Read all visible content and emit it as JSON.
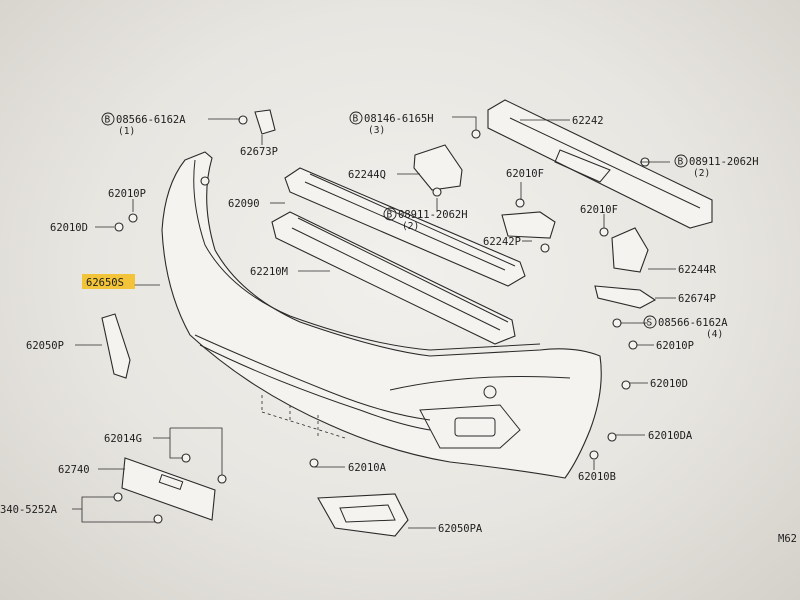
{
  "callouts": {
    "c1_bolt": "B",
    "c1_part": "08566-6162A",
    "c1_qty": "(1)",
    "c2": "62673P",
    "c3_bolt": "B",
    "c3_part": "08146-6165H",
    "c3_qty": "(3)",
    "c4": "62242",
    "c5": "62244Q",
    "c6": "62010F",
    "c7_bolt": "B",
    "c7_part": "08911-2062H",
    "c7_qty": "(2)",
    "c8": "62010P",
    "c9": "62090",
    "c10_bolt": "B",
    "c10_part": "08911-2062H",
    "c10_qty": "(2)",
    "c11": "62010F",
    "c12": "62010D",
    "c13": "62242P",
    "c14": "62244R",
    "c15": "62650S",
    "c16": "62210M",
    "c17": "62674P",
    "c18_bolt": "S",
    "c18_part": "08566-6162A",
    "c18_qty": "(4)",
    "c19": "62050P",
    "c20": "62010P",
    "c21": "62010D",
    "c22": "62014G",
    "c23": "62010DA",
    "c24": "62740",
    "c25": "62010A",
    "c26": "62010B",
    "c27": "340-5252A",
    "c28": "62050PA",
    "c29": "M62"
  },
  "colors": {
    "highlight": "#f5b800",
    "ink": "#1e1e1e"
  }
}
